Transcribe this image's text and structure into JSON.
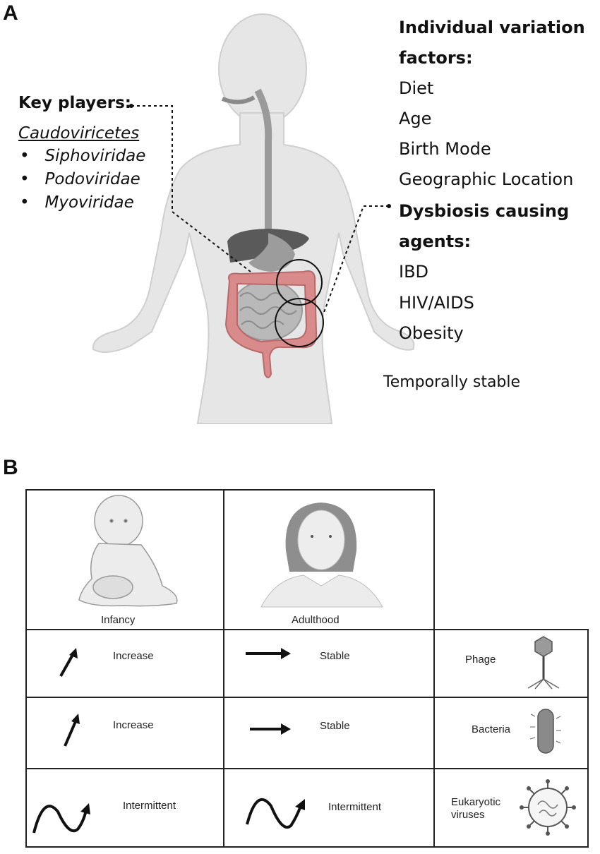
{
  "panel_a": {
    "label": "A",
    "key_players": {
      "title": "Key players:",
      "class_name": "Caudoviricetes",
      "families": [
        "Siphoviridae",
        "Podoviridae",
        "Myoviridae"
      ]
    },
    "individual_variation": {
      "title_line1": "Individual variation",
      "title_line2": "factors:",
      "items": [
        "Diet",
        "Age",
        "Birth Mode",
        "Geographic Location"
      ]
    },
    "dysbiosis": {
      "title_line1": "Dysbiosis causing",
      "title_line2": "agents:",
      "items": [
        "IBD",
        "HIV/AIDS",
        "Obesity"
      ]
    },
    "note": "Temporally stable"
  },
  "panel_b": {
    "label": "B",
    "columns": [
      "Infancy",
      "Adulthood"
    ],
    "rows": [
      {
        "infancy": "Increase",
        "adulthood": "Stable",
        "agent": "Phage",
        "agent_icon": "phage-icon"
      },
      {
        "infancy": "Increase",
        "adulthood": "Stable",
        "agent": "Bacteria",
        "agent_icon": "bacteria-icon"
      },
      {
        "infancy": "Intermittent",
        "adulthood": "Intermittent",
        "agent_line1": "Eukaryotic",
        "agent_line2": "viruses",
        "agent_icon": "eukaryotic-virus-icon"
      }
    ],
    "trend_icons": {
      "Increase": "arrow-up-right-icon",
      "Stable": "arrow-right-icon",
      "Intermittent": "wave-arrow-icon"
    }
  },
  "colors": {
    "body": "#e6e6e6",
    "body_stroke": "#cfcfcf",
    "organ_dark": "#5a5a5a",
    "intestine_small": "#b9b9b9",
    "colon": "#d98a8a",
    "colon_stroke": "#b86a6a"
  }
}
